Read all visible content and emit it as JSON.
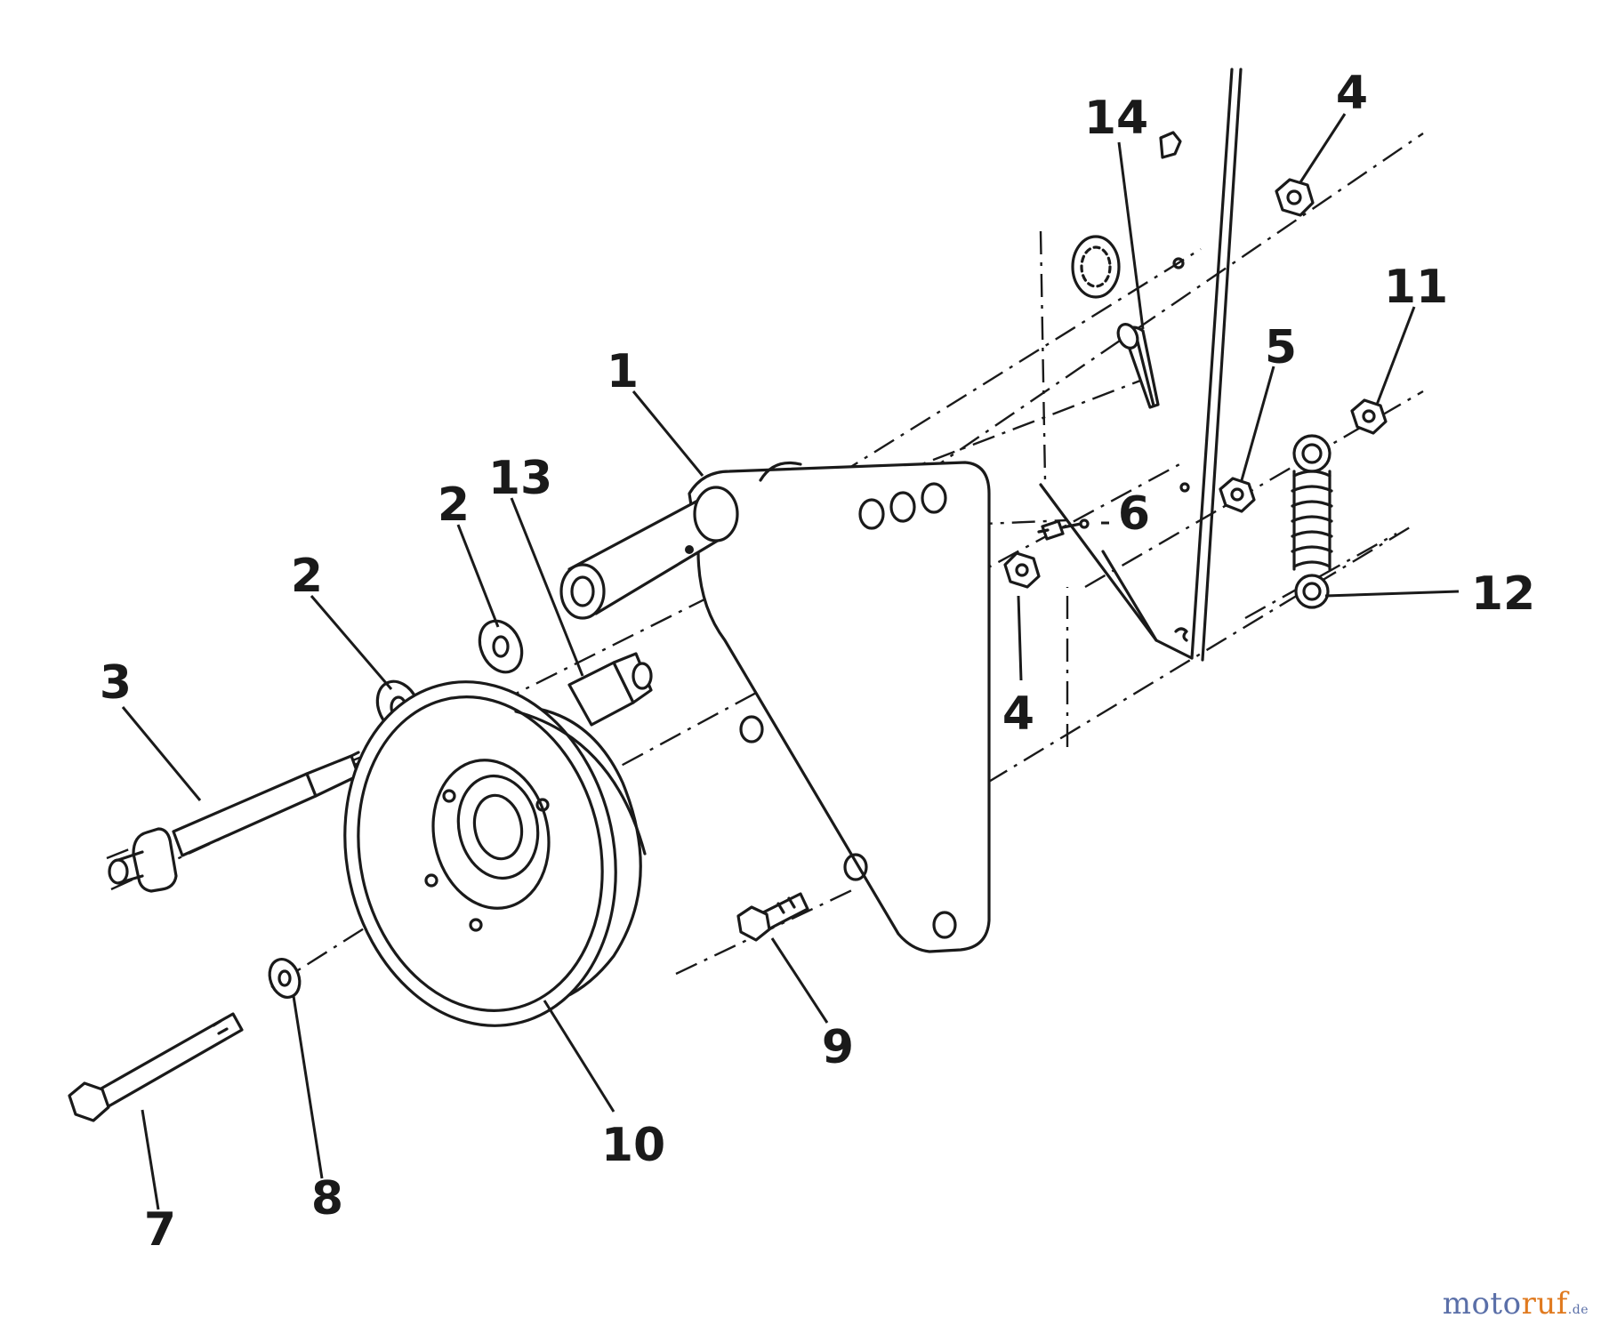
{
  "callouts": [
    {
      "id": "1",
      "label": "1"
    },
    {
      "id": "2a",
      "label": "2"
    },
    {
      "id": "2b",
      "label": "2"
    },
    {
      "id": "3",
      "label": "3"
    },
    {
      "id": "4a",
      "label": "4"
    },
    {
      "id": "4b",
      "label": "4"
    },
    {
      "id": "5",
      "label": "5"
    },
    {
      "id": "6",
      "label": "6"
    },
    {
      "id": "7",
      "label": "7"
    },
    {
      "id": "8",
      "label": "8"
    },
    {
      "id": "9",
      "label": "9"
    },
    {
      "id": "10",
      "label": "10"
    },
    {
      "id": "11",
      "label": "11"
    },
    {
      "id": "12",
      "label": "12"
    },
    {
      "id": "13",
      "label": "13"
    },
    {
      "id": "14",
      "label": "14"
    }
  ],
  "watermark": {
    "part1": "moto",
    "part2": "ruf",
    "suffix": ".de"
  },
  "colors": {
    "ink": "#1a1a1a",
    "watermark_blue": "#5a6fa8",
    "watermark_orange": "#e07a1f"
  }
}
